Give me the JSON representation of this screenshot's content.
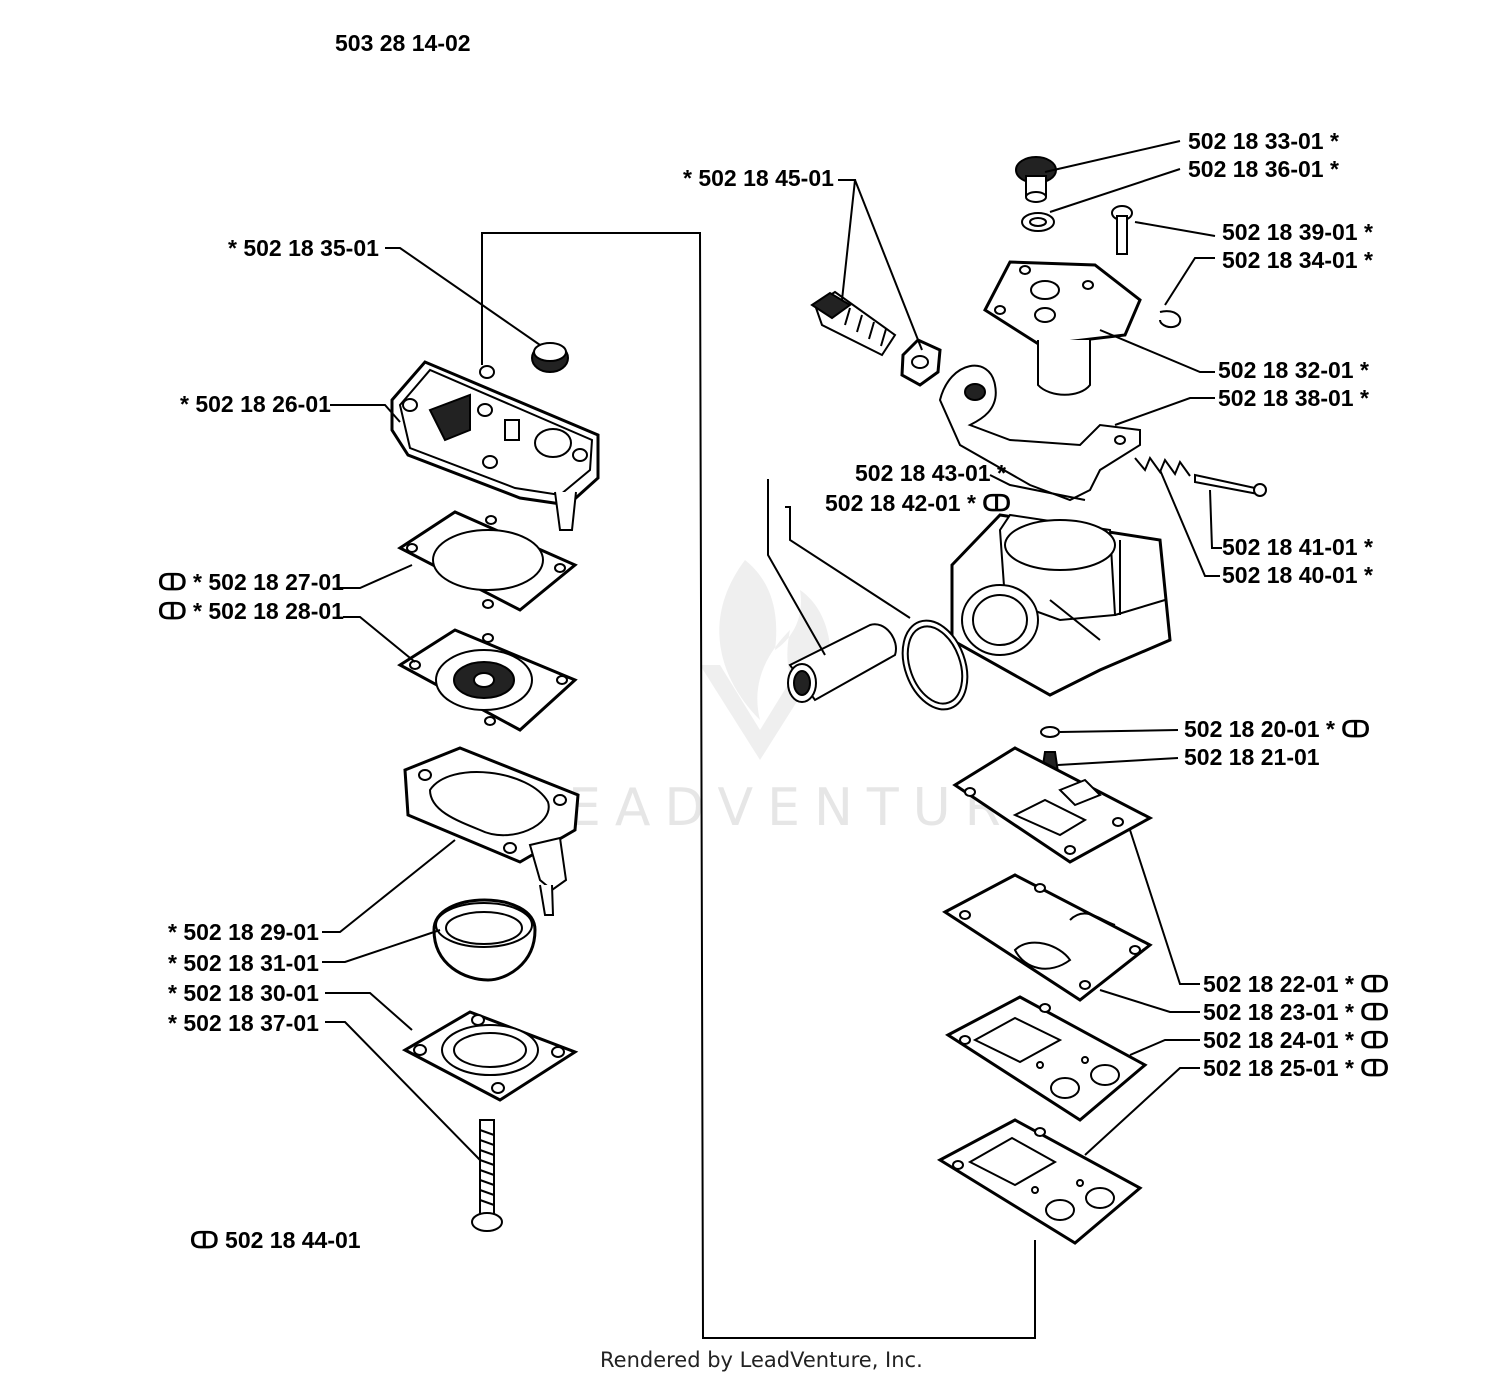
{
  "diagram": {
    "assembly_number": "503 28 14-02",
    "watermark": "LEADVENTURE",
    "footer": "Rendered by LeadVenture, Inc.",
    "legend_symbol": "ↀ",
    "legend_number": "502 18 44-01",
    "labels": [
      {
        "id": "502-18-33-01",
        "part": "502 18 33-01",
        "marks": "*"
      },
      {
        "id": "502-18-36-01",
        "part": "502 18 36-01",
        "marks": "*"
      },
      {
        "id": "502-18-45-01",
        "part": "502 18 45-01",
        "marks_before": "*"
      },
      {
        "id": "502-18-39-01",
        "part": "502 18 39-01",
        "marks": "*"
      },
      {
        "id": "502-18-34-01",
        "part": "502 18 34-01",
        "marks": "*"
      },
      {
        "id": "502-18-35-01",
        "part": "502 18 35-01",
        "marks_before": "*"
      },
      {
        "id": "502-18-32-01",
        "part": "502 18 32-01",
        "marks": "*"
      },
      {
        "id": "502-18-38-01",
        "part": "502 18 38-01",
        "marks": "*"
      },
      {
        "id": "502-18-26-01",
        "part": "502 18 26-01",
        "marks_before": "*"
      },
      {
        "id": "502-18-43-01",
        "part": "502 18 43-01",
        "marks": "*"
      },
      {
        "id": "502-18-42-01",
        "part": "502 18 42-01",
        "marks": "* ↀ"
      },
      {
        "id": "502-18-41-01",
        "part": "502 18 41-01",
        "marks": "*"
      },
      {
        "id": "502-18-40-01",
        "part": "502 18 40-01",
        "marks": "*"
      },
      {
        "id": "502-18-27-01",
        "part": "502 18 27-01",
        "marks_before": "ↀ *"
      },
      {
        "id": "502-18-28-01",
        "part": "502 18 28-01",
        "marks_before": "ↀ *"
      },
      {
        "id": "502-18-20-01",
        "part": "502 18 20-01",
        "marks": "* ↀ"
      },
      {
        "id": "502-18-21-01",
        "part": "502 18 21-01",
        "marks": ""
      },
      {
        "id": "502-18-29-01",
        "part": "502 18 29-01",
        "marks_before": "*"
      },
      {
        "id": "502-18-31-01",
        "part": "502 18 31-01",
        "marks_before": "*"
      },
      {
        "id": "502-18-30-01",
        "part": "502 18 30-01",
        "marks_before": "*"
      },
      {
        "id": "502-18-37-01",
        "part": "502 18 37-01",
        "marks_before": "*"
      },
      {
        "id": "502-18-22-01",
        "part": "502 18 22-01",
        "marks": "* ↀ"
      },
      {
        "id": "502-18-23-01",
        "part": "502 18 23-01",
        "marks": "* ↀ"
      },
      {
        "id": "502-18-24-01",
        "part": "502 18 24-01",
        "marks": "* ↀ"
      },
      {
        "id": "502-18-25-01",
        "part": "502 18 25-01",
        "marks": "* ↀ"
      }
    ]
  }
}
